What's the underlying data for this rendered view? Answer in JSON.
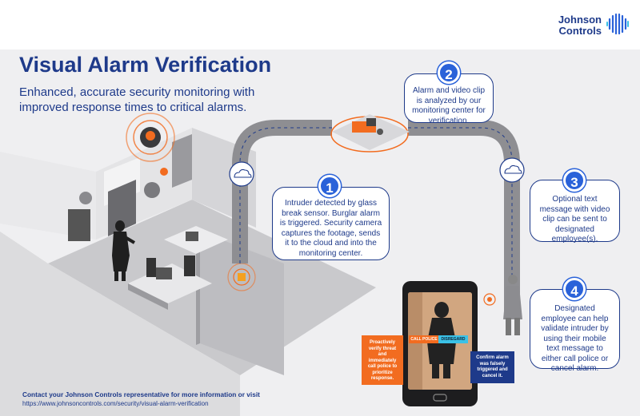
{
  "brand": {
    "line1": "Johnson",
    "line2": "Controls"
  },
  "title": "Visual Alarm Verification",
  "subtitle": "Enhanced, accurate security monitoring with improved response times to critical alarms.",
  "steps": [
    {
      "number": "1",
      "text": "Intruder detected by glass break sensor. Burglar alarm is triggered. Security camera captures the footage, sends it to the cloud and into the monitoring center."
    },
    {
      "number": "2",
      "text": "Alarm and video clip is analyzed by our monitoring center for verification."
    },
    {
      "number": "3",
      "text": "Optional text message with video clip can be sent to designated employee(s)."
    },
    {
      "number": "4",
      "text": "Designated employee can help validate intruder by using their mobile text message to either call police or cancel alarm."
    }
  ],
  "phone": {
    "call_police": "CALL POLICE",
    "disregard": "DISREGARD",
    "note_left": "Proactively verify threat and immediately call police to prioritize response.",
    "note_right": "Confirm alarm was falsely triggered and cancel it."
  },
  "footer": {
    "contact": "Contact your Johnson Controls representative for more information or visit",
    "url": "https://www.johnsoncontrols.com/security/visual-alarm-verification"
  },
  "colors": {
    "brand_blue": "#1e3a8a",
    "accent_blue": "#2a62d9",
    "orange": "#f26c20",
    "cyan": "#3bc1e6"
  }
}
